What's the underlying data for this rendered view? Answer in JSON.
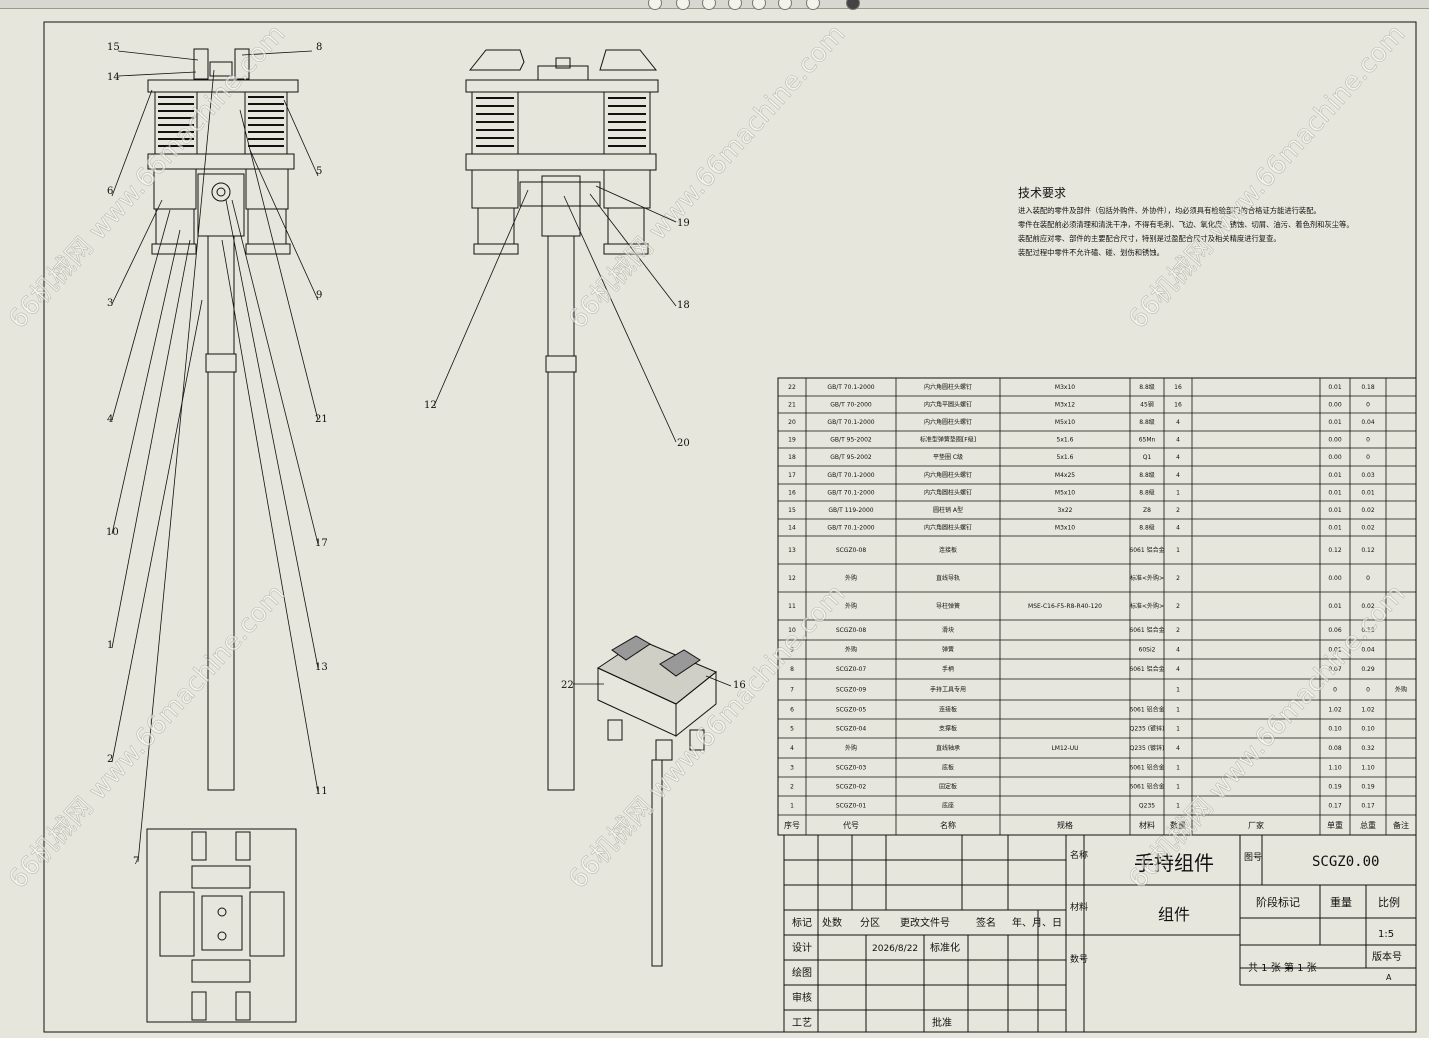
{
  "toolbar": {
    "icons": [
      "zoom-fit-icon",
      "zoom-area-icon",
      "zoom-in-icon",
      "pan-icon",
      "rotate-icon",
      "select-icon",
      "view-icon",
      "display-icon"
    ]
  },
  "callouts": {
    "c15": "15",
    "c14": "14",
    "c8": "8",
    "c6": "6",
    "c5": "5",
    "c3": "3",
    "c9": "9",
    "c4": "4",
    "c21": "21",
    "c10": "10",
    "c17": "17",
    "c1": "1",
    "c13": "13",
    "c2": "2",
    "c11": "11",
    "c7": "7",
    "c19": "19",
    "c18": "18",
    "c12": "12",
    "c20": "20",
    "c22": "22",
    "c16": "16"
  },
  "tech_req": {
    "title": "技术要求",
    "lines": [
      "进入装配的零件及部件（包括外购件、外协件），均必须具有检验部门的合格证方能进行装配。",
      "零件在装配前必须清理和清洗干净，不得有毛刺、飞边、氧化皮、锈蚀、切屑、油污、着色剂和灰尘等。",
      "装配前应对零、部件的主要配合尺寸，特别是过盈配合尺寸及相关精度进行复查。",
      "装配过程中零件不允许磕、碰、划伤和锈蚀。"
    ]
  },
  "bom": {
    "rows": [
      [
        "22",
        "GB/T 70.1-2000",
        "内六角圆柱头螺钉",
        "M3x10",
        "8.8级",
        "16",
        "",
        "0.01",
        "0.18",
        ""
      ],
      [
        "21",
        "GB/T 70-2000",
        "内六角平圆头螺钉",
        "M3x12",
        "45钢",
        "16",
        "",
        "0.00",
        "0",
        ""
      ],
      [
        "20",
        "GB/T 70.1-2000",
        "内六角圆柱头螺钉",
        "M5x10",
        "8.8级",
        "4",
        "",
        "0.01",
        "0.04",
        ""
      ],
      [
        "19",
        "GB/T 95-2002",
        "标准型弹簧垫圈[F级]",
        "5x1.6",
        "65Mn",
        "4",
        "",
        "0.00",
        "0",
        ""
      ],
      [
        "18",
        "GB/T 95-2002",
        "平垫圈 C级",
        "5x1.6",
        "Q1",
        "4",
        "",
        "0.00",
        "0",
        ""
      ],
      [
        "17",
        "GB/T 70.1-2000",
        "内六角圆柱头螺钉",
        "M4x25",
        "8.8级",
        "4",
        "",
        "0.01",
        "0.03",
        ""
      ],
      [
        "16",
        "GB/T 70.1-2000",
        "内六角圆柱头螺钉",
        "M5x10",
        "8.8级",
        "1",
        "",
        "0.01",
        "0.01",
        ""
      ],
      [
        "15",
        "GB/T 119-2000",
        "圆柱销 A型",
        "3x22",
        "Z8",
        "2",
        "",
        "0.01",
        "0.02",
        ""
      ],
      [
        "14",
        "GB/T 70.1-2000",
        "内六角圆柱头螺钉",
        "M3x10",
        "8.8级",
        "4",
        "",
        "0.01",
        "0.02",
        ""
      ],
      [
        "13",
        "SCGZ0-08",
        "连接板",
        "",
        "6061 铝合金",
        "1",
        "",
        "0.12",
        "0.12",
        ""
      ],
      [
        "12",
        "外购",
        "直线导轨",
        "",
        "标准<外购>",
        "2",
        "",
        "0.00",
        "0",
        ""
      ],
      [
        "11",
        "外购",
        "导柱弹簧",
        "MSE-C16-F5-R8-R40-120",
        "标准<外购>",
        "2",
        "",
        "0.01",
        "0.02",
        ""
      ],
      [
        "10",
        "SCGZ0-08",
        "滑块",
        "",
        "6061 铝合金",
        "2",
        "",
        "0.06",
        "0.12",
        ""
      ],
      [
        "9",
        "外购",
        "弹簧",
        "",
        "60Si2",
        "4",
        "",
        "0.01",
        "0.04",
        ""
      ],
      [
        "8",
        "SCGZ0-07",
        "手柄",
        "",
        "6061 铝合金",
        "4",
        "",
        "0.07",
        "0.29",
        ""
      ],
      [
        "7",
        "SCGZ0-09",
        "手持工具专用",
        "",
        "",
        "1",
        "",
        "0",
        "0",
        "外购"
      ],
      [
        "6",
        "SCGZ0-05",
        "连接板",
        "",
        "6061 铝合金",
        "1",
        "",
        "1.02",
        "1.02",
        ""
      ],
      [
        "5",
        "SCGZ0-04",
        "支撑板",
        "",
        "Q235 (镀锌)",
        "1",
        "",
        "0.10",
        "0.10",
        ""
      ],
      [
        "4",
        "外购",
        "直线轴承",
        "LM12-UU",
        "Q235 (镀锌)",
        "4",
        "",
        "0.08",
        "0.32",
        ""
      ],
      [
        "3",
        "SCGZ0-03",
        "底板",
        "",
        "6061 铝合金",
        "1",
        "",
        "1.10",
        "1.10",
        ""
      ],
      [
        "2",
        "SCGZ0-02",
        "固定板",
        "",
        "6061 铝合金",
        "1",
        "",
        "0.19",
        "0.19",
        ""
      ],
      [
        "1",
        "SCGZ0-01",
        "底座",
        "",
        "Q235",
        "1",
        "",
        "0.17",
        "0.17",
        ""
      ]
    ],
    "header": [
      "序号",
      "代号",
      "名称",
      "规格",
      "材料",
      "数量",
      "厂家",
      "单重",
      "总重",
      "备注"
    ]
  },
  "title_block": {
    "name_label": "名称",
    "name": "手持组件",
    "drawno_label": "图号",
    "drawno": "SCGZ0.00",
    "material_label": "材料",
    "material": "组件",
    "number_label": "数号",
    "stage": "阶段标记",
    "weight": "重量",
    "scale_label": "比例",
    "scale": "1:5",
    "version_label": "版本号",
    "version": "A",
    "sheets": "共 1 张   第 1 张",
    "mark": "标记",
    "count": "处数",
    "zone": "分区",
    "change_doc": "更改文件号",
    "sign": "签名",
    "date": "年、月、日",
    "design": "设计",
    "design_date": "2026/8/22",
    "standard": "标准化",
    "drawing": "绘图",
    "review": "审核",
    "process": "工艺",
    "approve": "批准"
  },
  "watermark": "66机械网 www.66machine.com"
}
